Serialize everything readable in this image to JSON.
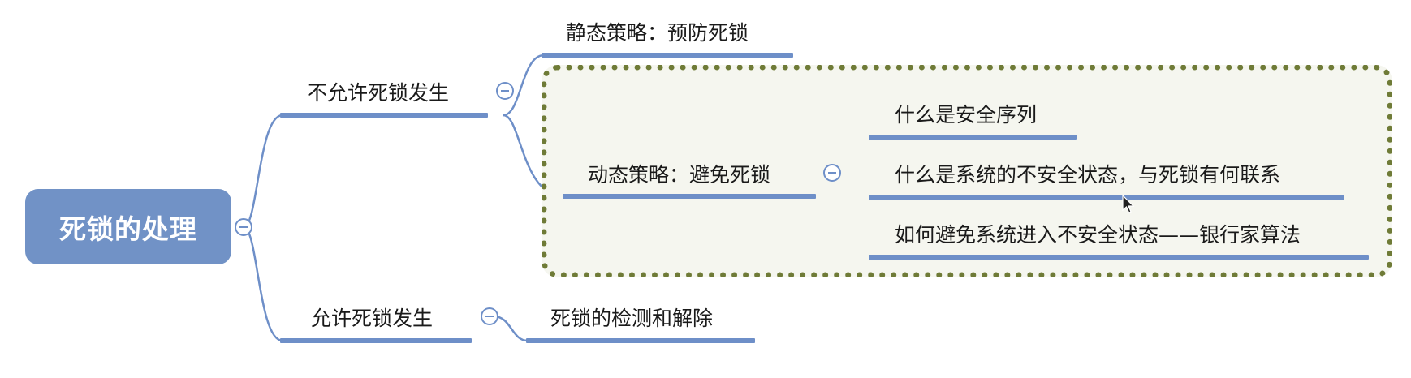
{
  "mindmap": {
    "root": {
      "label": "死锁的处理"
    },
    "branches": [
      {
        "label": "不允许死锁发生",
        "children": [
          {
            "label": "静态策略：预防死锁"
          },
          {
            "label": "动态策略：避免死锁",
            "children": [
              {
                "label": "什么是安全序列"
              },
              {
                "label": "什么是系统的不安全状态，与死锁有何联系"
              },
              {
                "label": "如何避免系统进入不安全状态——银行家算法"
              }
            ]
          }
        ]
      },
      {
        "label": "允许死锁发生",
        "children": [
          {
            "label": "死锁的检测和解除"
          }
        ]
      }
    ]
  },
  "colors": {
    "root_fill": "#7192c6",
    "line": "#6e8fc8",
    "boundary_border": "#6f7b37",
    "boundary_fill": "#f5f6ef"
  },
  "icons": {
    "collapse": "minus-circle-icon",
    "cursor": "mouse-pointer-icon"
  }
}
